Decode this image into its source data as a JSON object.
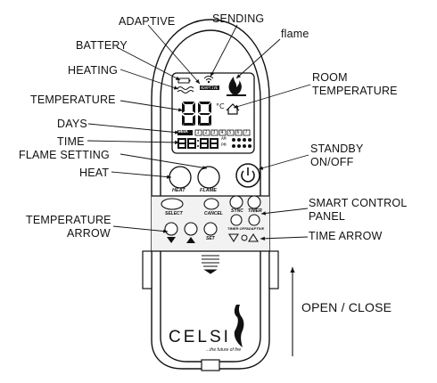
{
  "labels": {
    "adaptive": "ADAPTIVE",
    "sending": "SENDING",
    "flame": "flame",
    "battery": "BATTERY",
    "heating": "HEATING",
    "room_temperature": [
      "ROOM",
      "TEMPERATURE"
    ],
    "temperature": "TEMPERATURE",
    "days": "DAYS",
    "time": "TIME",
    "standby": [
      "STANDBY",
      "ON/OFF"
    ],
    "flame_setting": "FLAME SETTING",
    "heat": "HEAT",
    "smart_control_panel": [
      "SMART CONTROL",
      "PANEL"
    ],
    "temperature_arrow": [
      "TEMPERATURE",
      "ARROW"
    ],
    "time_arrow": "TIME ARROW",
    "open_close": "OPEN / CLOSE"
  },
  "display": {
    "temperature_digits": "88",
    "time_digits": "88:88",
    "week_label": "WEEK",
    "week_days": [
      "1",
      "2",
      "3",
      "4",
      "5",
      "6",
      "7"
    ],
    "am_label": "AM",
    "pm_label": "PM",
    "adaptive_tag": "ADAPTIVE"
  },
  "buttons": {
    "heat": "HEAT",
    "flame": "FLAME",
    "select": "SELECT",
    "cancel": "CANCEL",
    "sync": "SYNC",
    "timer": "TIMER",
    "timer_off": "TIMER OFF",
    "adaptive": "ADAPTIVE",
    "set": "SET"
  },
  "brand": {
    "name": "CELSI",
    "tagline": "...the future of fire"
  },
  "colors": {
    "line": "#111111",
    "body_fill": "#ffffff",
    "panel_fill": "#f2f2f2"
  }
}
